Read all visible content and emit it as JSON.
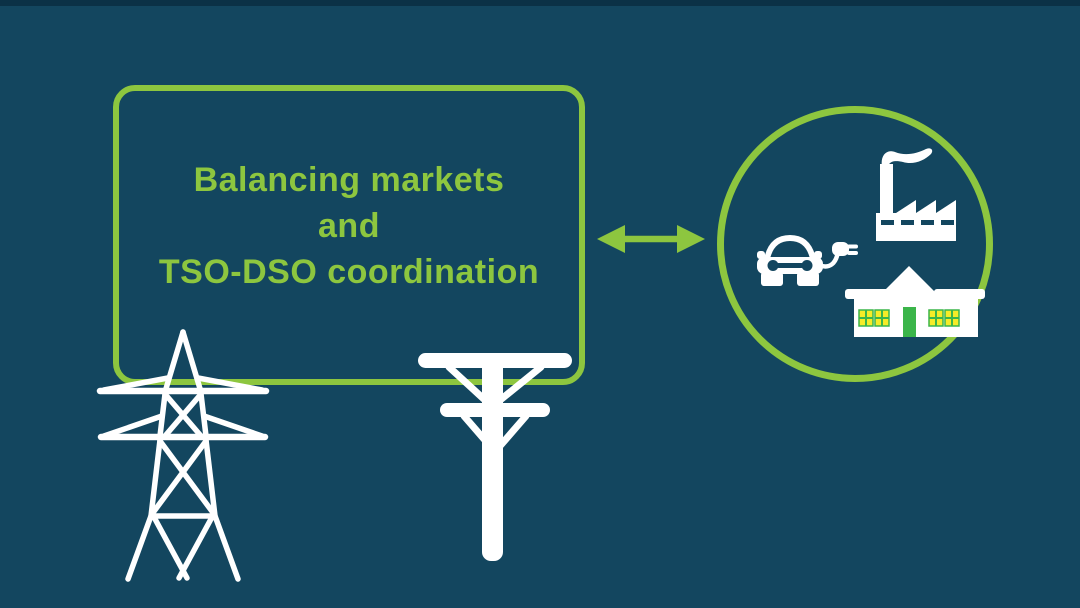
{
  "diagram": {
    "box": {
      "lines": [
        "Balancing markets",
        "and",
        "TSO-DSO coordination"
      ]
    },
    "connector": {
      "type": "double-headed-arrow",
      "direction": "horizontal"
    },
    "circle_icons": [
      "ev-car-with-plug",
      "factory-with-smoke",
      "house-with-green-door"
    ],
    "ground_icons": [
      "transmission-tower",
      "utility-pole"
    ],
    "colors": {
      "background": "#13465f",
      "accent_green": "#8dc63f",
      "icon_white": "#ffffff",
      "house_door_green": "#3bb54a",
      "house_window_yellow": "#f6ec27"
    }
  }
}
